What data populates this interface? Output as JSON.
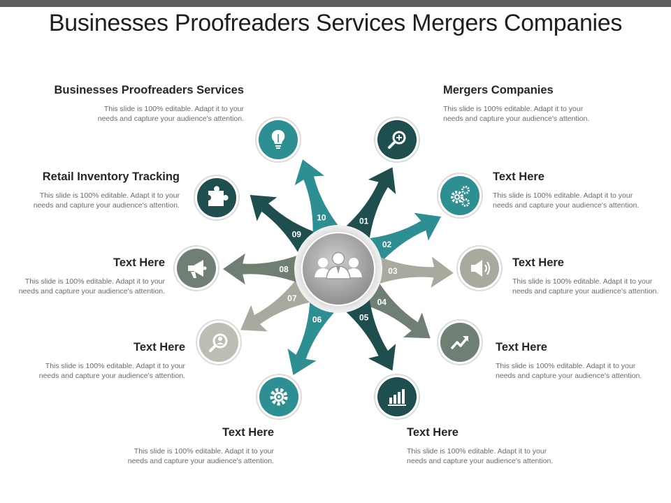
{
  "title": "Businesses Proofreaders Services Mergers Companies",
  "colors": {
    "teal": "#2e8f93",
    "dark_teal": "#1f4e4f",
    "slate": "#5f6f6b",
    "sage": "#6f7f74",
    "gray": "#a9a99d",
    "light_gray": "#bdbdb3",
    "center_gray": "#9a9a9a"
  },
  "center": {
    "icon": "people-group-icon"
  },
  "arrows": [
    {
      "number": "01",
      "color": "#1f4e4f"
    },
    {
      "number": "02",
      "color": "#2e8f93"
    },
    {
      "number": "03",
      "color": "#a9a99d"
    },
    {
      "number": "04",
      "color": "#6f7f74"
    },
    {
      "number": "05",
      "color": "#1f4e4f"
    },
    {
      "number": "06",
      "color": "#2e8f93"
    },
    {
      "number": "07",
      "color": "#a9a99d"
    },
    {
      "number": "08",
      "color": "#6f7f74"
    },
    {
      "number": "09",
      "color": "#1f4e4f"
    },
    {
      "number": "10",
      "color": "#2e8f93"
    }
  ],
  "items": [
    {
      "heading": "Mergers Companies",
      "body": "This slide is 100% editable. Adapt it to your needs and capture your audience's attention.",
      "icon": "search-plus-icon",
      "color": "#1f4e4f"
    },
    {
      "heading": "Text Here",
      "body": "This slide is 100% editable. Adapt it to your needs and capture your audience's attention.",
      "icon": "gears-icon",
      "color": "#2e8f93"
    },
    {
      "heading": "Text Here",
      "body": "This slide is 100% editable. Adapt it to your needs and capture your audience's attention.",
      "icon": "speaker-icon",
      "color": "#a9a99d"
    },
    {
      "heading": "Text Here",
      "body": "This slide is 100% editable. Adapt it to your needs and capture your audience's attention.",
      "icon": "trend-up-icon",
      "color": "#6f7f74"
    },
    {
      "heading": "Text Here",
      "body": "This slide is 100% editable. Adapt it to your needs and capture your audience's attention.",
      "icon": "bar-chart-icon",
      "color": "#1f4e4f"
    },
    {
      "heading": "Text Here",
      "body": "This slide is 100% editable. Adapt it to your needs and capture your audience's attention.",
      "icon": "gear-icon",
      "color": "#2e8f93"
    },
    {
      "heading": "Text Here",
      "body": "This slide is 100% editable. Adapt it to your needs and capture your audience's attention.",
      "icon": "search-user-icon",
      "color": "#bdbdb3"
    },
    {
      "heading": "Text Here",
      "body": "This slide is 100% editable. Adapt it to your needs and capture your audience's attention.",
      "icon": "megaphone-icon",
      "color": "#6f7f74"
    },
    {
      "heading": "Retail Inventory Tracking",
      "body": "This slide is 100% editable. Adapt it to your needs and capture your audience's attention.",
      "icon": "puzzle-icon",
      "color": "#1f4e4f"
    },
    {
      "heading": "Businesses Proofreaders Services",
      "body": "This slide is 100% editable. Adapt it to your needs and capture your audience's attention.",
      "icon": "lightbulb-icon",
      "color": "#2e8f93"
    }
  ]
}
